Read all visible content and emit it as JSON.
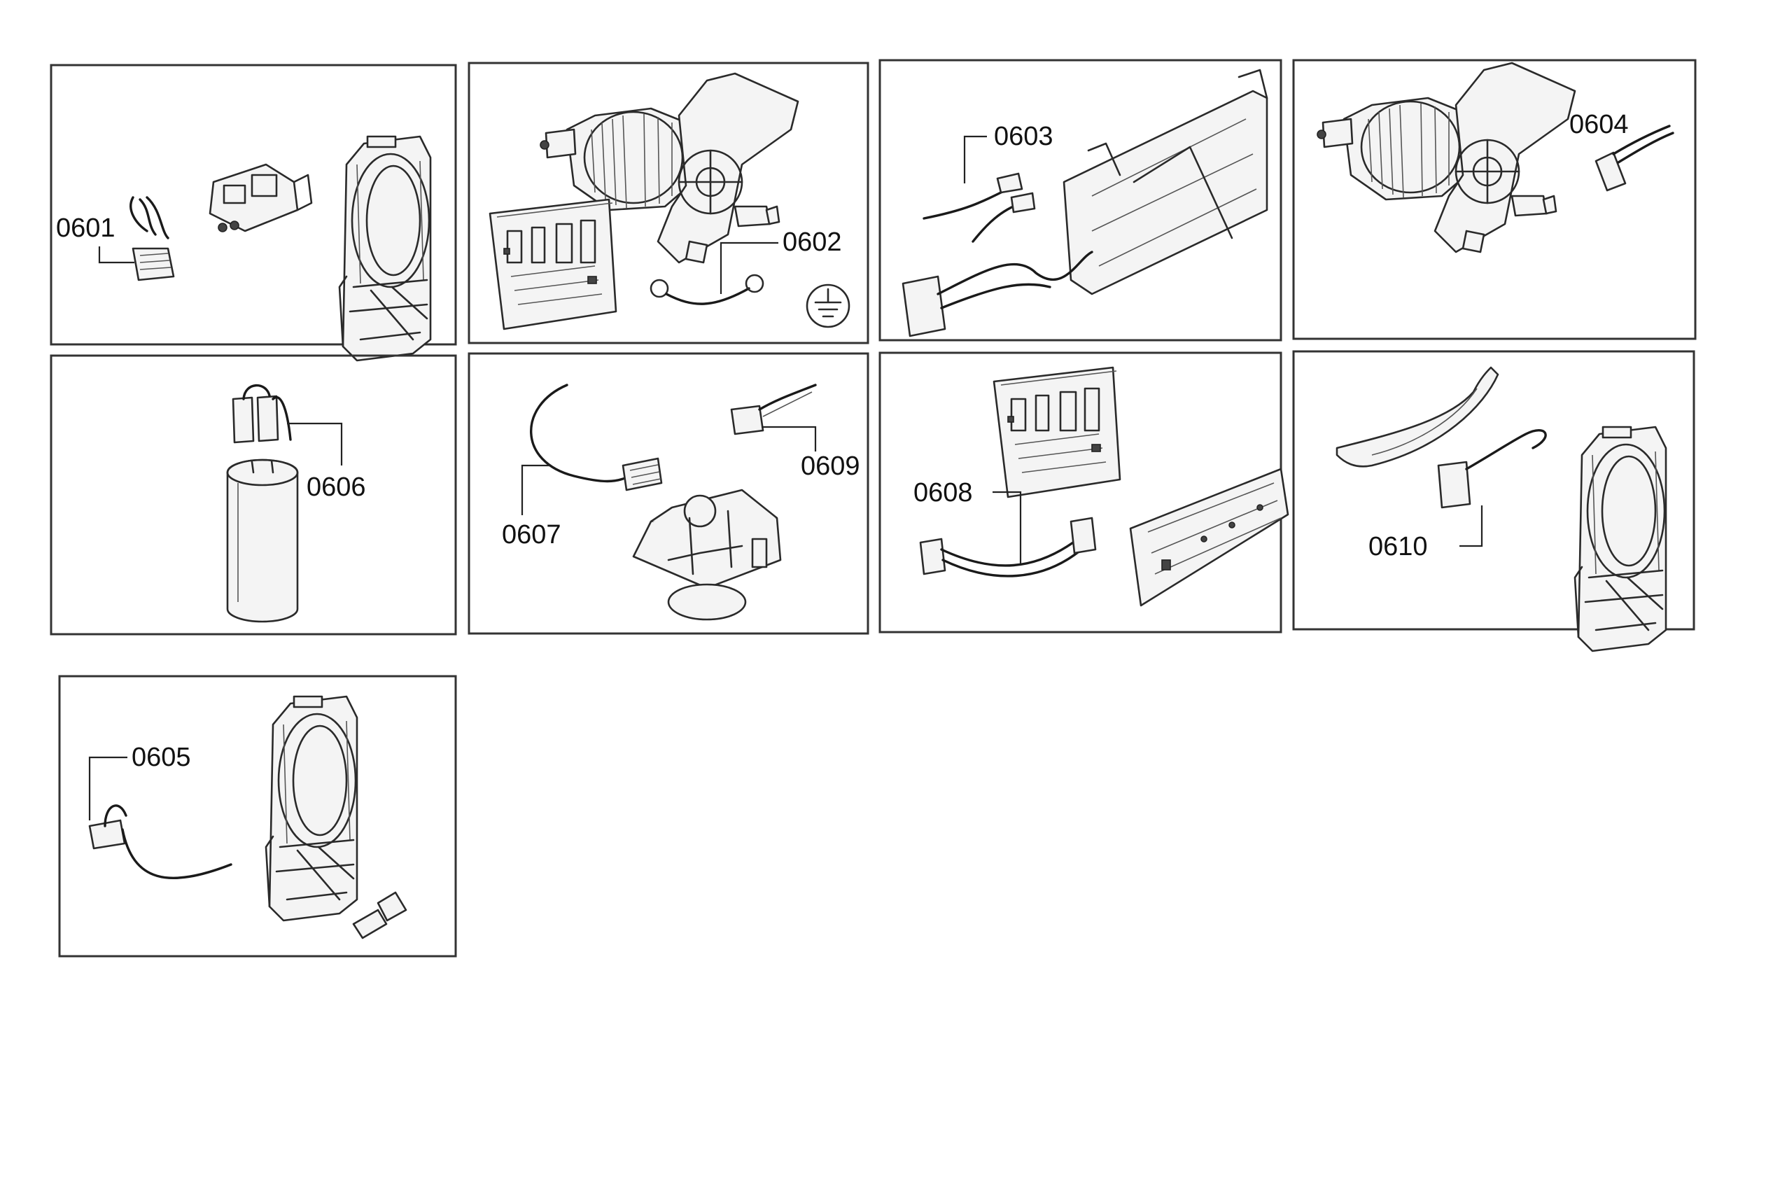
{
  "panels": [
    {
      "id": "p1",
      "callouts": [
        "0601"
      ]
    },
    {
      "id": "p2",
      "callouts": [
        "0602"
      ]
    },
    {
      "id": "p3",
      "callouts": [
        "0603"
      ]
    },
    {
      "id": "p4",
      "callouts": [
        "0604"
      ]
    },
    {
      "id": "p5",
      "callouts": [
        "0606"
      ]
    },
    {
      "id": "p6",
      "callouts": [
        "0607",
        "0609"
      ]
    },
    {
      "id": "p7",
      "callouts": [
        "0608"
      ]
    },
    {
      "id": "p8",
      "callouts": [
        "0610"
      ]
    },
    {
      "id": "p9",
      "callouts": [
        "0605"
      ]
    }
  ],
  "callout_labels": {
    "c0601": "0601",
    "c0602": "0602",
    "c0603": "0603",
    "c0604": "0604",
    "c0605": "0605",
    "c0606": "0606",
    "c0607": "0607",
    "c0608": "0608",
    "c0609": "0609",
    "c0610": "0610"
  },
  "icons": [
    "ground-symbol-icon"
  ]
}
